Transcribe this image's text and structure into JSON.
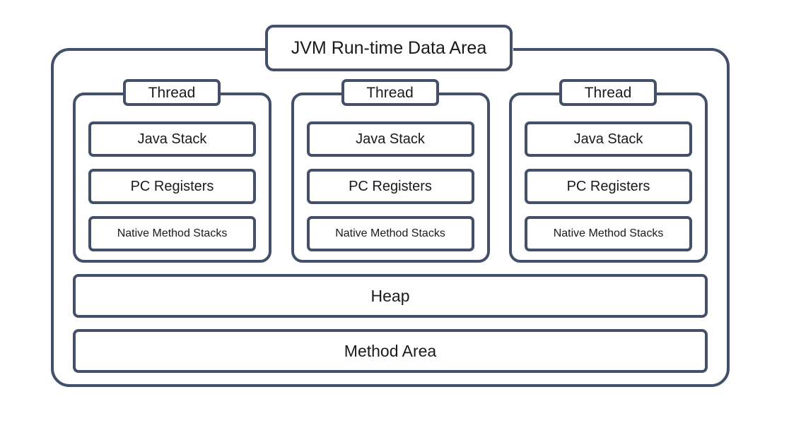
{
  "diagram": {
    "title": "JVM Run-time Data Area",
    "colors": {
      "border": "#44506a",
      "text": "#1a1a1a",
      "background": "#ffffff"
    },
    "threads": [
      {
        "label": "Thread",
        "components": [
          {
            "label": "Java Stack"
          },
          {
            "label": "PC Registers"
          },
          {
            "label": "Native Method Stacks"
          }
        ]
      },
      {
        "label": "Thread",
        "components": [
          {
            "label": "Java Stack"
          },
          {
            "label": "PC Registers"
          },
          {
            "label": "Native Method Stacks"
          }
        ]
      },
      {
        "label": "Thread",
        "components": [
          {
            "label": "Java Stack"
          },
          {
            "label": "PC Registers"
          },
          {
            "label": "Native Method Stacks"
          }
        ]
      }
    ],
    "shared_regions": [
      {
        "label": "Heap"
      },
      {
        "label": "Method Area"
      }
    ]
  }
}
